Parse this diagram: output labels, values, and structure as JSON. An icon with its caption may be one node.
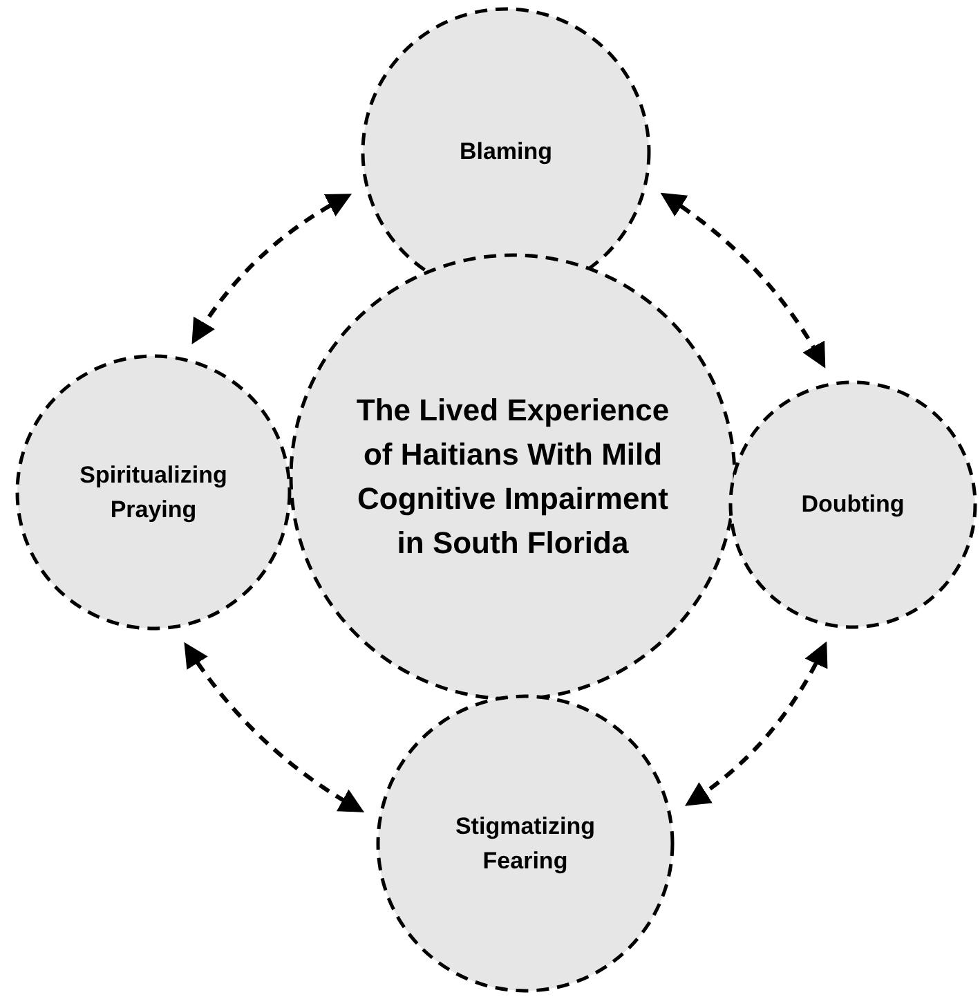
{
  "diagram": {
    "nodes": [
      {
        "text": [
          "Blaming"
        ]
      },
      {
        "text": [
          "Spiritualizing Praying"
        ]
      },
      {
        "text": [
          "The Lived Experience of Haitians With Mild Cognitive Impairment in South Florida"
        ]
      },
      {
        "text": [
          "Doubting"
        ]
      },
      {
        "text": [
          "Stigmatizing Fearing"
        ]
      }
    ],
    "edges": [
      {
        "from": 0,
        "to": 1,
        "arrow": "both",
        "style": "dashed"
      },
      {
        "from": 0,
        "to": 3,
        "arrow": "both",
        "style": "dashed"
      },
      {
        "from": 1,
        "to": 4,
        "arrow": "both",
        "style": "dashed"
      },
      {
        "from": 3,
        "to": 4,
        "arrow": "both",
        "style": "dashed"
      }
    ]
  }
}
